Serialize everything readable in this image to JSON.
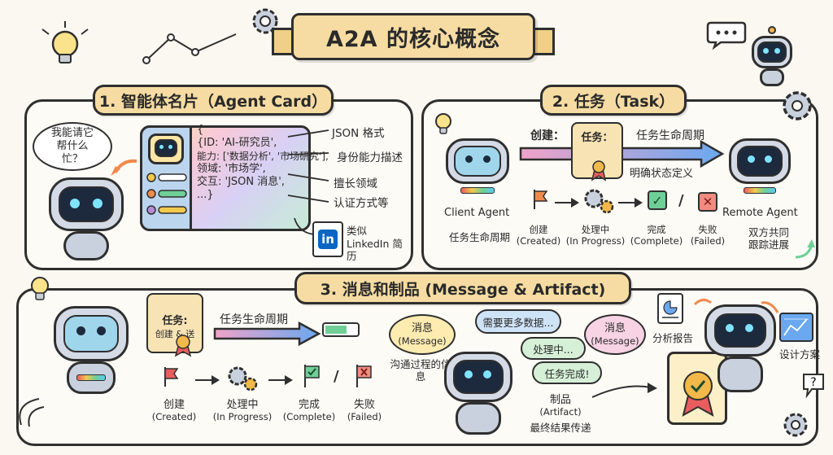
{
  "title": "A2A 的核心概念",
  "panel1": {
    "title": "1. 智能体名片（Agent Card）",
    "question": "我能请它帮什么忙？",
    "card_lines": [
      "{",
      "{ID: 'AI-研究员',",
      "能力: ['数据分析', '市场研究'],",
      "领域: '市场学',",
      "交互: 'JSON 消息',",
      "...}"
    ],
    "annotations": [
      "JSON 格式",
      "身份能力描述",
      "擅长领域",
      "认证方式等"
    ],
    "linkedin_label": "类似 LinkedIn 简历",
    "linkedin_mark": "in"
  },
  "panel2": {
    "title": "2. 任务（Task）",
    "create_label": "创建：",
    "scroll_label": "任务：",
    "lifecycle_label": "任务生命周期",
    "state_def_label": "明确状态定义",
    "client_agent": "Client Agent",
    "remote_agent": "Remote Agent",
    "client_caption": "任务生命周期",
    "remote_caption": "双方共同跟踪进展",
    "states": [
      {
        "zh": "创建",
        "en": "(Created)"
      },
      {
        "zh": "处理中",
        "en": "(In Progress)"
      },
      {
        "zh": "完成",
        "en": "(Complete)"
      },
      {
        "zh": "失败",
        "en": "(Failed)"
      }
    ]
  },
  "panel3": {
    "title": "3. 消息和制品 (Message & Artifact)",
    "scroll_label": "任务:",
    "scroll_sub": "创建 & 送",
    "lifecycle_label": "任务生命周期",
    "states": [
      {
        "zh": "创建",
        "en": "(Created)"
      },
      {
        "zh": "处理中",
        "en": "(In Progress)"
      },
      {
        "zh": "完成",
        "en": "(Complete)"
      },
      {
        "zh": "失败",
        "en": "(Failed)"
      }
    ],
    "message_left": {
      "zh": "消息",
      "en": "(Message)"
    },
    "message_right": {
      "zh": "消息",
      "en": "(Message)"
    },
    "channel_caption": "沟通过程的信息",
    "chat": [
      "需要更多数据...",
      "处理中...",
      "任务完成!"
    ],
    "artifact_label": "制品",
    "artifact_en": "(Artifact)",
    "artifact_caption": "最终结果传递",
    "report_label": "分析报告",
    "design_label": "设计方案"
  },
  "colors": {
    "banner": "#f6dca2",
    "border": "#2f2f2f",
    "arrow_gradient_start": "#f0a3c8",
    "arrow_gradient_end": "#6aa8f0"
  }
}
